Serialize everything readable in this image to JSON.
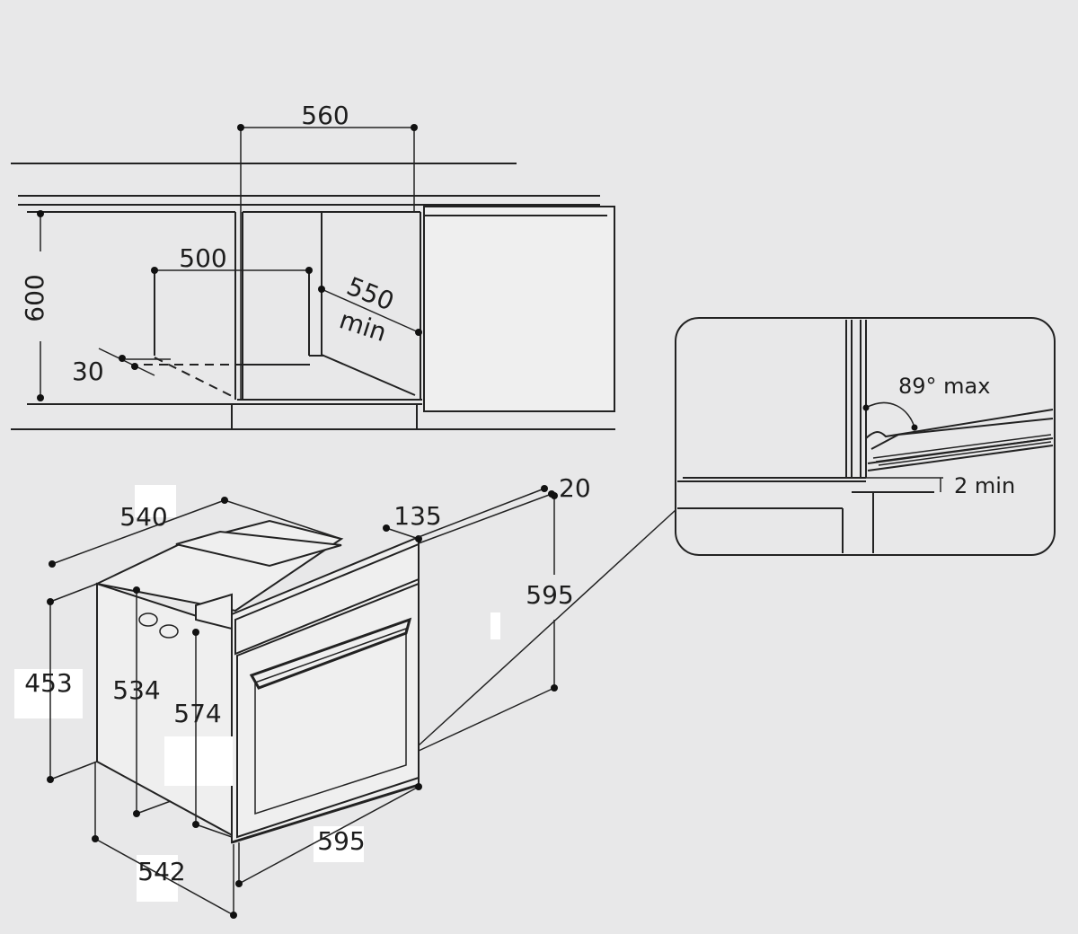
{
  "cabinet_view": {
    "width_opening": "560",
    "height_opening": "600",
    "depth_min_value": "550",
    "depth_min_unit": "min",
    "cutout_width": "500",
    "rear_gap": "30"
  },
  "oven_view": {
    "depth_body": "540",
    "handle_depth": "135",
    "top_gap": "20",
    "height_front": "595",
    "height_left": "453",
    "height_mid": "534",
    "height_door": "574",
    "width_front": "595",
    "depth_bottom": "542"
  },
  "detail_view": {
    "door_angle": "89° max",
    "gap_min": "2 min"
  }
}
